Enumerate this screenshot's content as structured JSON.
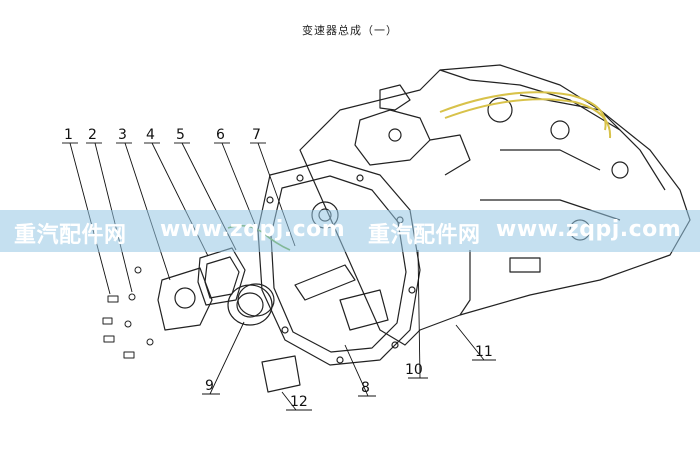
{
  "title": "变速器总成（一）",
  "callouts": [
    "1",
    "2",
    "3",
    "4",
    "5",
    "6",
    "7",
    "8",
    "9",
    "10",
    "11",
    "12"
  ],
  "watermark": [
    "重汽配件网",
    "www.zqpj.com",
    "重汽配件网",
    "www.zqpj.com"
  ],
  "colors": {
    "watermark_band": "#96c6e4",
    "harness": "#d8c24a",
    "sensor_wire": "#6aa63a",
    "line_art": "#222222"
  }
}
